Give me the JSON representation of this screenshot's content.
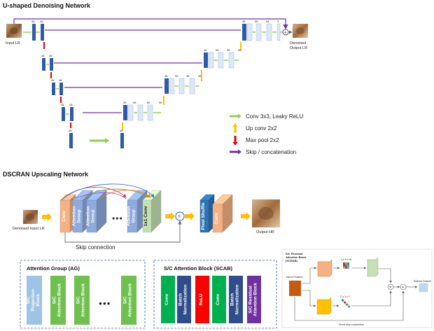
{
  "unet": {
    "title": "U-shaped Denoising Network",
    "input_label": "Input LR",
    "output_label_1": "Denoised",
    "output_label_2": "Output LR",
    "ch48": "48",
    "ch96": "96",
    "ch64": "64",
    "ch3": "3",
    "plus": "+"
  },
  "legend": {
    "conv": "Conv 3x3, Leaky ReLU",
    "upconv": "Up conv 2x2",
    "maxpool": "Max pool 2x2",
    "skip": "Skip / concatenation"
  },
  "dscran": {
    "title": "DSCRAN Upscaling Network",
    "input_label": "Denoised Input LR",
    "output_label": "Output HR",
    "conv": "Conv",
    "attention_group_1": "Attention",
    "attention_group_2": "Group",
    "conv1x1": "1x1 Conv",
    "pixel_shuffle": "Pixel Shuffle",
    "dots": "●●●",
    "skip_label": "Skip connection",
    "plus": "+"
  },
  "ag": {
    "title": "Attention Group (AG)",
    "sc_projection_1": "S/C",
    "sc_projection_2": "Projection",
    "sc_projection_3": "Block",
    "sc_attention_1": "S/C",
    "sc_attention_2": "Attention Block",
    "dots": "●●●"
  },
  "scab": {
    "title": "S/C Attention Block (SCAB)",
    "conv": "Conv",
    "bn_1": "Batch",
    "bn_2": "Normalization",
    "relu": "ReLU",
    "res_1": "S/C Residual",
    "res_2": "Attention Block"
  },
  "scrab": {
    "title_1": "S/C Residual",
    "title_2": "Attention Block",
    "title_3": "(SCRAB)",
    "input_feature": "Input Feature",
    "refined_feature": "Refined Feature",
    "dim_hw": "1 x H x W",
    "dim_c": "C x 1 x 1",
    "short_skip": "Short skip connection",
    "times": "×",
    "plus": "+"
  },
  "colors": {
    "unet_block": "#2e5aa8",
    "unet_light": "#dce8f6",
    "green": "#92d050",
    "orange": "#ffc000",
    "red": "#e00000",
    "purple": "#7030a0",
    "conv_orange": "#f4b183",
    "ag_blue": "#8faadc",
    "pixel_blue": "#2e75b6",
    "sc_blue": "#9dc3e6",
    "sc_green": "#70c050",
    "scab_green": "#00b050",
    "scab_navy": "#2f4d8a",
    "scab_red": "#ff0000",
    "scab_purple": "#7030a0"
  }
}
